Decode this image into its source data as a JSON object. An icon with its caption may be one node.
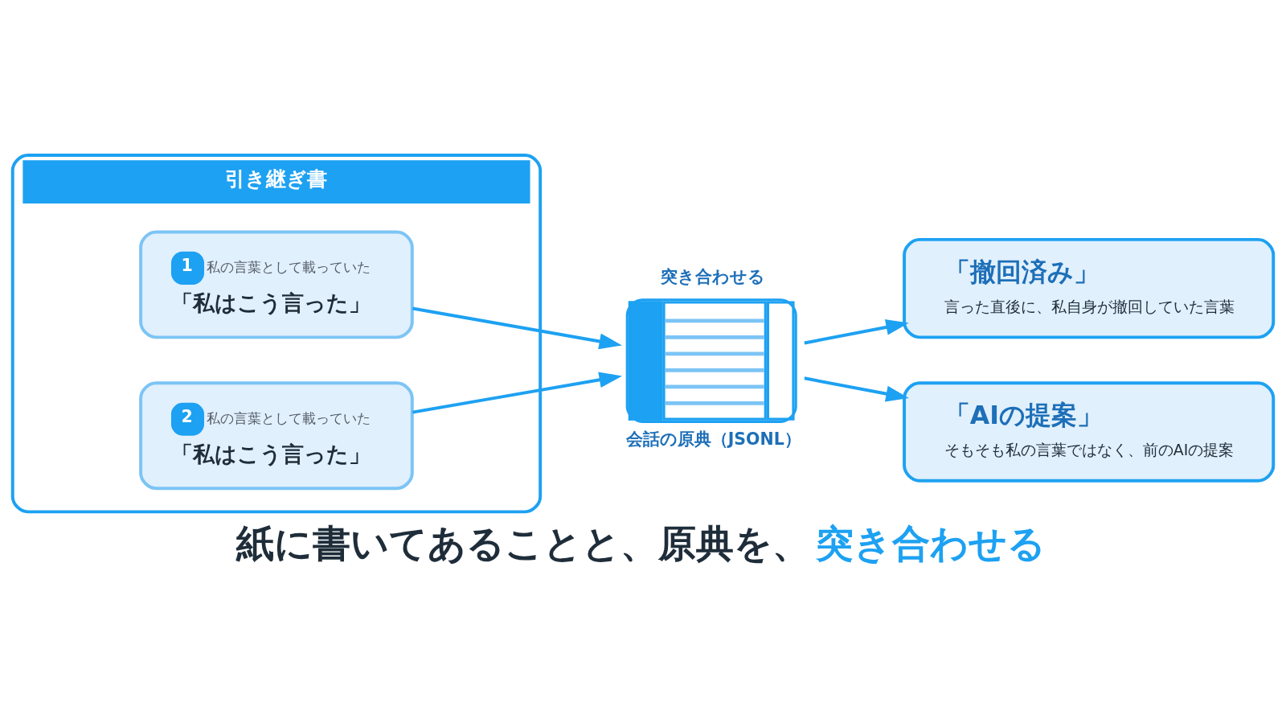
{
  "diagram": {
    "caption": "紙に書いてあることと、原典を、**突き合わせる**",
    "nodes": [
      {
        "text": [
          "引き継ぎ書"
        ]
      },
      {
        "text": [
          "1",
          "私の言葉として載っていた",
          "「私はこう言った」"
        ],
        "in": 0
      },
      {
        "text": [
          "2",
          "私の言葉として載っていた",
          "「私はこう言った」"
        ],
        "in": 0
      },
      {
        "text": [],
        "shape": "document",
        "beside": [
          "突き合わせる",
          "会話の原典（JSONL）"
        ]
      },
      {
        "text": [
          "「撤回済み」",
          "言った直後に、私自身が撤回していた言葉"
        ]
      },
      {
        "text": [
          "「AIの提案」",
          "そもそも私の言葉ではなく、前のAIの提案"
        ]
      }
    ],
    "edges": [
      {
        "from": 1,
        "to": 3,
        "arrow": "to"
      },
      {
        "from": 2,
        "to": 3,
        "arrow": "to"
      },
      {
        "from": 3,
        "to": 4,
        "arrow": "to"
      },
      {
        "from": 3,
        "to": 5,
        "arrow": "to"
      }
    ]
  }
}
